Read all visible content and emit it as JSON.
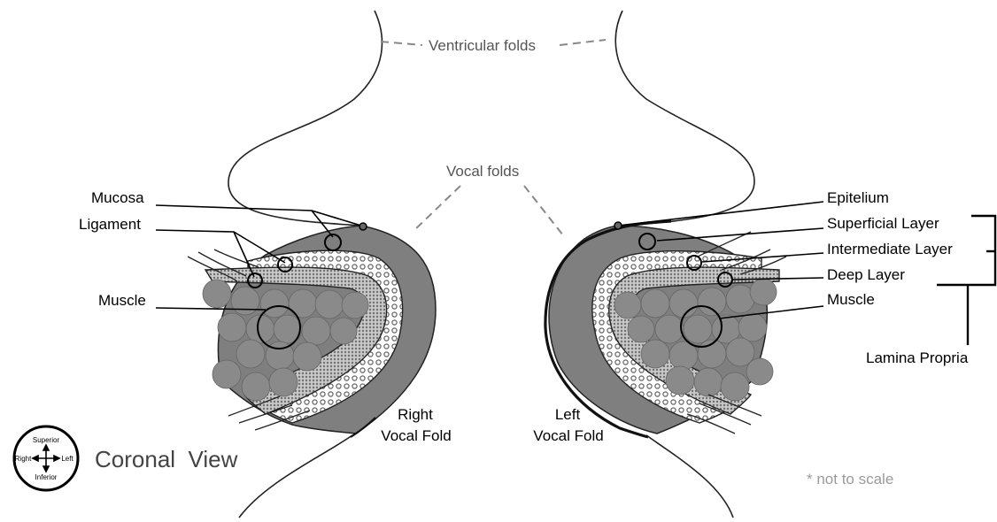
{
  "labels": {
    "ventricular_folds": "Ventricular folds",
    "vocal_folds": "Vocal folds",
    "mucosa": "Mucosa",
    "ligament": "Ligament",
    "muscle_left_side": "Muscle",
    "epitelium": "Epitelium",
    "superficial_layer": "Superficial Layer",
    "intermediate_layer": "Intermediate Layer",
    "deep_layer": "Deep Layer",
    "muscle_right_side": "Muscle",
    "lamina_propria": "Lamina Propria",
    "right_vocal_fold_line1": "Right",
    "right_vocal_fold_line2": "Vocal Fold",
    "left_vocal_fold_line1": "Left",
    "left_vocal_fold_line2": "Vocal Fold",
    "view_title": "Coronal  View",
    "not_to_scale": "* not to scale"
  },
  "compass": {
    "superior": "Superior",
    "inferior": "Inferior",
    "right": "Right",
    "left": "Left"
  },
  "colors": {
    "tissue_dark": "#7f7f7f",
    "muscle_fill": "#8a8a8a",
    "outline": "#222222",
    "guide_dashes": "#888888"
  }
}
